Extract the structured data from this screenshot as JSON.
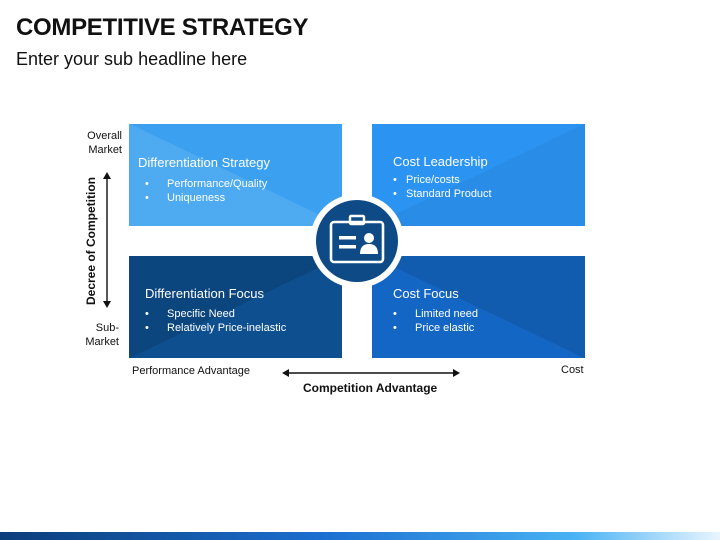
{
  "header": {
    "title": "COMPETITIVE STRATEGY",
    "subtitle": "Enter your sub headline here"
  },
  "quadrants": {
    "top_left": {
      "title": "Differentiation Strategy",
      "items": [
        "Performance/Quality",
        "Uniqueness"
      ],
      "color": "#3aa0ef"
    },
    "top_right": {
      "title": "Cost Leadership",
      "items": [
        "Price/costs",
        "Standard Product"
      ],
      "color": "#2b93f2"
    },
    "bottom_left": {
      "title": "Differentiation Focus",
      "items": [
        "Specific Need",
        "Relatively Price-inelastic"
      ],
      "color": "#0e4f8f"
    },
    "bottom_right": {
      "title": "Cost Focus",
      "items": [
        "Limited need",
        "Price elastic"
      ],
      "color": "#1466c4"
    }
  },
  "center": {
    "icon": "id-badge-icon",
    "color": "#0e4a86"
  },
  "labels": {
    "overall_market_line1": "Overall",
    "overall_market_line2": "Market",
    "sub_market_line1": "Sub-",
    "sub_market_line2": "Market",
    "vertical_axis": "Decree of Competition",
    "performance_advantage": "Performance Advantage",
    "cost": "Cost",
    "horizontal_axis": "Competition Advantage"
  },
  "bullet": "•"
}
